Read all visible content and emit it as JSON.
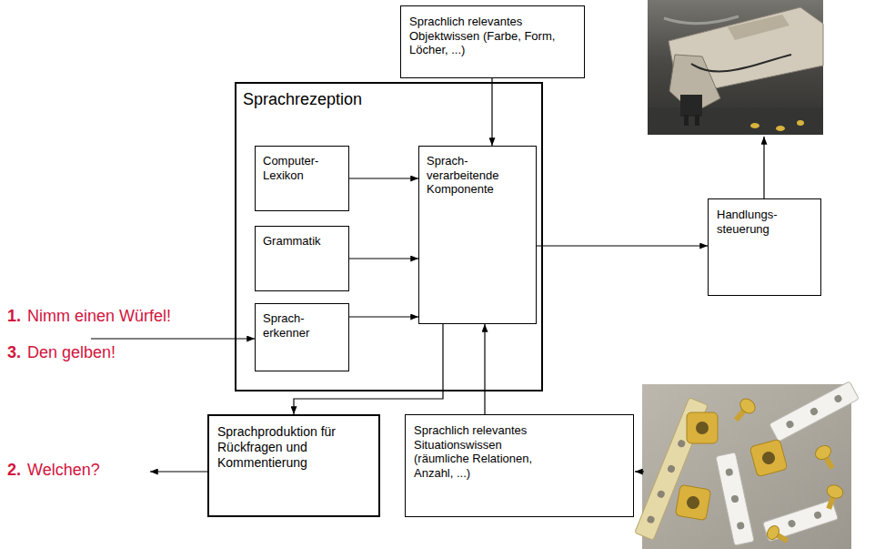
{
  "diagram": {
    "nodes": [
      {
        "text": [
          "Sprachlich relevantes Objektwissen (Farbe, Form, Löcher, ...)"
        ]
      },
      {
        "text": [
          "Sprachrezeption"
        ]
      },
      {
        "text": [
          "Computer- Lexikon"
        ],
        "in": 1
      },
      {
        "text": [
          "Grammatik"
        ],
        "in": 1
      },
      {
        "text": [
          "Sprach- erkenner"
        ],
        "in": 1
      },
      {
        "text": [
          "Sprach- verarbeitende Komponente"
        ],
        "in": 1
      },
      {
        "text": [
          "Handlungs- steuerung"
        ]
      },
      {
        "text": [
          "Sprachproduktion für Rückfragen und Kommentierung"
        ]
      },
      {
        "text": [
          "Sprachlich relevantes Situationswissen (räumliche Relationen, Anzahl, ...)"
        ]
      }
    ],
    "edges": [
      {
        "from": 0,
        "to": 5,
        "arrow": "to"
      },
      {
        "from": 2,
        "to": 5,
        "arrow": "to"
      },
      {
        "from": 3,
        "to": 5,
        "arrow": "to"
      },
      {
        "from": 4,
        "to": 5,
        "arrow": "to"
      },
      {
        "from": 5,
        "to": 6,
        "arrow": "to"
      },
      {
        "from": 5,
        "to": 7,
        "arrow": "to"
      },
      {
        "from": 8,
        "to": 5,
        "arrow": "to"
      }
    ],
    "labels": [
      "1.",
      "Nimm einen Würfel!",
      "3.",
      "Den gelben!",
      "2.",
      "Welchen?"
    ]
  }
}
